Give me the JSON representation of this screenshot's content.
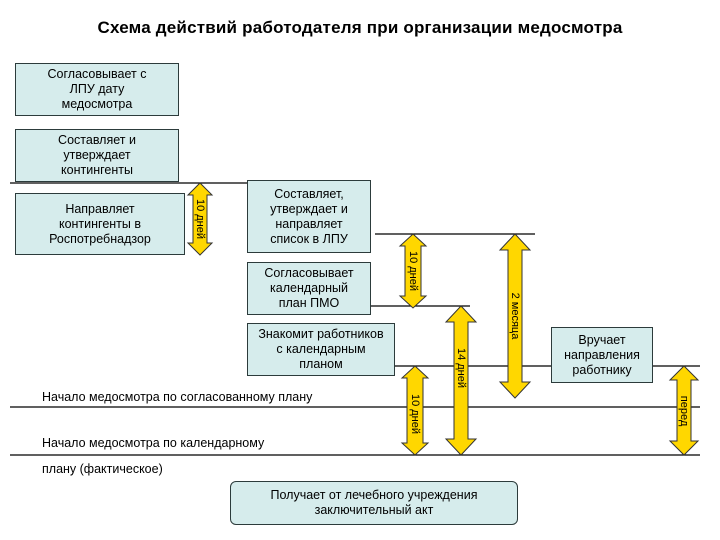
{
  "title": "Схема действий работодателя при организации медосмотра",
  "boxes": {
    "agree_date": "Согласовывает с\nЛПУ дату\nмедосмотра",
    "contingents": "Составляет и\nутверждает\nконтингенты",
    "send_contingents": "Направляет\nконтингенты в\nРоспотребнадзор",
    "make_list": "Составляет,\nутверждает и\nнаправляет\nсписок в ЛПУ",
    "agree_plan": "Согласовывает\nкалендарный\nплан ПМО",
    "familiarize": "Знакомит работников\nс календарным\nпланом",
    "referrals": "Вручает\nнаправления\nработнику",
    "final_act": "Получает от лечебного учреждения\nзаключительный акт"
  },
  "lines": {
    "start_agreed": "Начало медосмотра по согласованному плану",
    "start_calendar": "Начало медосмотра по календарному",
    "start_calendar_cont": "плану (фактическое)"
  },
  "arrows": {
    "ten_days_1": "10 дней",
    "ten_days_2": "10 дней",
    "ten_days_3": "10 дней",
    "fourteen_days": "14 дней",
    "two_months": "2 месяца",
    "before": "перед"
  },
  "colors": {
    "box_fill": "#d6ecec",
    "arrow_fill": "#ffd700",
    "line": "#000000"
  }
}
